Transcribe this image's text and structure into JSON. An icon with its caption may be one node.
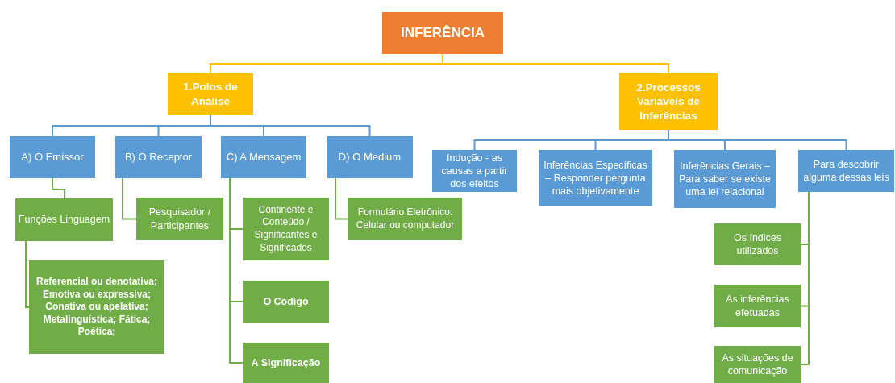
{
  "diagram": {
    "nodes": [
      {
        "text": [
          "INFERÊNCIA"
        ]
      },
      {
        "text": [
          "1.Polos de Análise"
        ]
      },
      {
        "text": [
          "2.Processos Variáveis de Inferências"
        ]
      },
      {
        "text": [
          "A) O Emissor"
        ]
      },
      {
        "text": [
          "B) O Receptor"
        ]
      },
      {
        "text": [
          "C) A Mensagem"
        ]
      },
      {
        "text": [
          "D) O Medium"
        ]
      },
      {
        "text": [
          "Indução - as causas a partir dos efeitos"
        ]
      },
      {
        "text": [
          "Inferências Específicas – Responder pergunta mais objetivamente"
        ]
      },
      {
        "text": [
          "Inferências Gerais – Para saber se existe uma lei relacional"
        ]
      },
      {
        "text": [
          "Para descobrir alguma dessas leis"
        ]
      },
      {
        "text": [
          "Funções Linguagem"
        ]
      },
      {
        "text": [
          "Pesquisador / Participantes"
        ]
      },
      {
        "text": [
          "Referencial ou denotativa; Emotiva ou expressiva; Conativa ou apelativa; Metalinguística; Fática; Poética;"
        ]
      },
      {
        "text": [
          "Continente e Conteúdo / Significantes e Significados"
        ]
      },
      {
        "text": [
          "O Código"
        ]
      },
      {
        "text": [
          "A Significação"
        ]
      },
      {
        "text": [
          "Formulário Eletrônico: Celular ou computador"
        ]
      },
      {
        "text": [
          "Os índices utilizados"
        ]
      },
      {
        "text": [
          "As inferências efetuadas"
        ]
      },
      {
        "text": [
          "As situações de comunicação"
        ]
      }
    ],
    "edges": [
      {
        "from": 0,
        "to": 1,
        "arrow": "none",
        "color": "#ffc000"
      },
      {
        "from": 0,
        "to": 2,
        "arrow": "none",
        "color": "#ffc000"
      },
      {
        "from": 1,
        "to": 3,
        "arrow": "none",
        "color": "#5b9bd5"
      },
      {
        "from": 1,
        "to": 4,
        "arrow": "none",
        "color": "#5b9bd5"
      },
      {
        "from": 1,
        "to": 5,
        "arrow": "none",
        "color": "#5b9bd5"
      },
      {
        "from": 1,
        "to": 6,
        "arrow": "none",
        "color": "#5b9bd5"
      },
      {
        "from": 2,
        "to": 7,
        "arrow": "none",
        "color": "#5b9bd5"
      },
      {
        "from": 2,
        "to": 8,
        "arrow": "none",
        "color": "#5b9bd5"
      },
      {
        "from": 2,
        "to": 9,
        "arrow": "none",
        "color": "#5b9bd5"
      },
      {
        "from": 2,
        "to": 10,
        "arrow": "none",
        "color": "#5b9bd5"
      },
      {
        "from": 3,
        "to": 11,
        "arrow": "none"
      },
      {
        "from": 11,
        "to": 13,
        "arrow": "none"
      },
      {
        "from": 4,
        "to": 12,
        "arrow": "none"
      },
      {
        "from": 5,
        "to": 14,
        "arrow": "none"
      },
      {
        "from": 5,
        "to": 15,
        "arrow": "none"
      },
      {
        "from": 5,
        "to": 16,
        "arrow": "none"
      },
      {
        "from": 6,
        "to": 17,
        "arrow": "none"
      },
      {
        "from": 10,
        "to": 18,
        "arrow": "none"
      },
      {
        "from": 10,
        "to": 19,
        "arrow": "none"
      },
      {
        "from": 10,
        "to": 20,
        "arrow": "none"
      }
    ]
  }
}
